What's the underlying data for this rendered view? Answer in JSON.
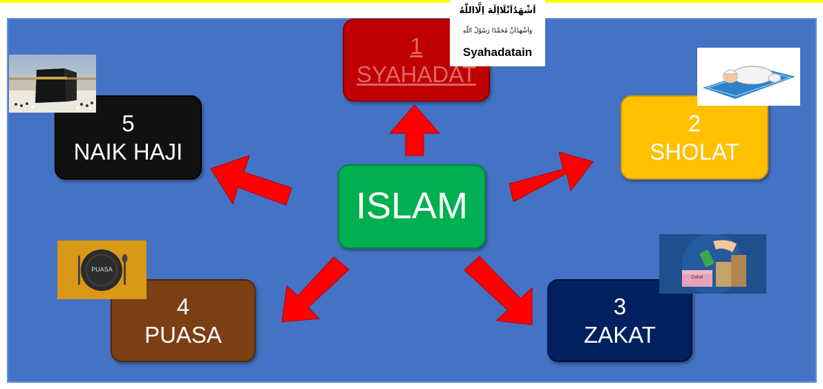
{
  "center": {
    "label": "ISLAM"
  },
  "pillars": [
    {
      "number": "1",
      "label": "SYAHADAT"
    },
    {
      "number": "2",
      "label": "SHOLAT"
    },
    {
      "number": "3",
      "label": "ZAKAT"
    },
    {
      "number": "4",
      "label": "PUASA"
    },
    {
      "number": "5",
      "label": "NAIK HAJI"
    }
  ],
  "images": {
    "shahada_line1": "اَشْهَدُاَنْلَااِلَهَ اِلَّااللّٰهُ",
    "shahada_line2": "وَاَشْهَدُاَنَّ مُحَمَّدًا رَسُوْلُ اللّٰهِ",
    "shahada_caption": "Syahadatain",
    "puasa_plate_text": "PUASA",
    "zakat_box_text": "Zakat"
  },
  "colors": {
    "background": "#4472c4",
    "arrow": "#ff0000",
    "syahadat": "#c00000",
    "sholat": "#ffc000",
    "zakat": "#002060",
    "puasa": "#7b3f14",
    "haji": "#111111",
    "islam": "#00b050"
  }
}
